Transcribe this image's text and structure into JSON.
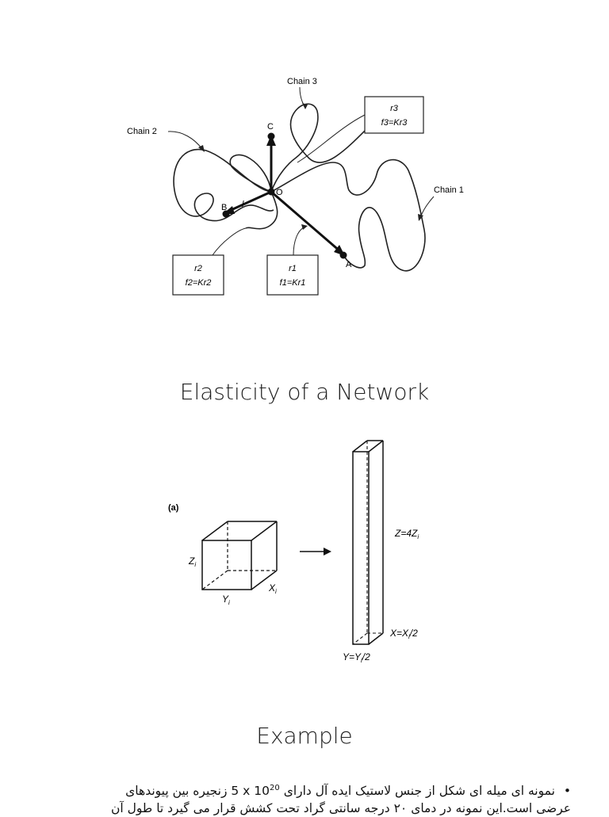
{
  "network_figure": {
    "chains": [
      "Chain 1",
      "Chain 2",
      "Chain 3"
    ],
    "points": [
      "O",
      "A",
      "B",
      "C"
    ],
    "vector_label": "l",
    "boxes": [
      {
        "r": "r3",
        "f": "f3=Kr3"
      },
      {
        "r": "r2",
        "f": "f2=Kr2"
      },
      {
        "r": "r1",
        "f": "f1=Kr1"
      }
    ]
  },
  "section_titles": [
    "Elasticity of a Network",
    "Example"
  ],
  "deformation_figure": {
    "panel": "(a)",
    "initial_labels": {
      "z": "Z",
      "z_sub": "i",
      "y": "Y",
      "y_sub": "i",
      "x": "X",
      "x_sub": "i"
    },
    "final_labels": {
      "z": "Z=4Z",
      "z_sub": "i",
      "x": "X=X",
      "x_sub": "i",
      "x_tail": "/2",
      "y": "Y=Y",
      "y_sub": "i",
      "y_tail": "/2"
    }
  },
  "example_text": {
    "bullet": "•",
    "line1_pre": "نمونه ای میله ای شکل از جنس لاستیک ایده آل دارای",
    "line1_num": "5 x 10",
    "line1_exp": "20",
    "line1_post": "زنجیره بین پیوندهای",
    "line2": "عرضی است.این نمونه در دمای ۲۰ درجه سانتی گراد تحت کشش قرار می گیرد تا طول آن"
  }
}
